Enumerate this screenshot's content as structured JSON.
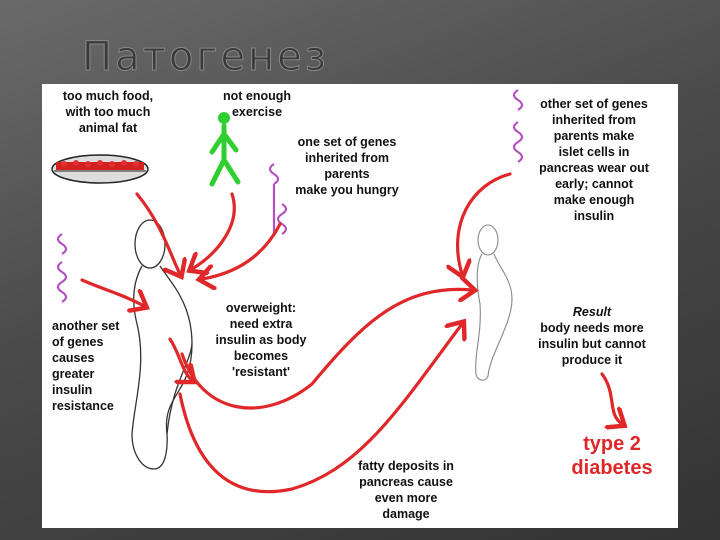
{
  "title": "Патогенез",
  "labels": {
    "food": "too much food,\nwith too much\nanimal fat",
    "exercise": "not enough\nexercise",
    "genes_hungry": "one set of genes\ninherited from\nparents\nmake you  hungry",
    "genes_islet": "other set of genes\ninherited from\nparents make\nislet cells in\npancreas wear out\nearly; cannot\nmake enough\ninsulin",
    "genes_resistance": "another set\nof genes\ncauses\ngreater\ninsulin\nresistance",
    "overweight": "overweight:\nneed extra\ninsulin as body\nbecomes\n'resistant'",
    "result_title": "Result",
    "result_body": "body needs more\ninsulin but cannot\nproduce it",
    "fatty_deposits": "fatty deposits in\npancreas cause\neven more\ndamage",
    "outcome": "type 2\ndiabetes"
  },
  "colors": {
    "arrow": "#e0282a",
    "gene_squiggle": "#b34fc0",
    "stick_figure": "#2fcf2f",
    "title": "#3a3a3a"
  }
}
